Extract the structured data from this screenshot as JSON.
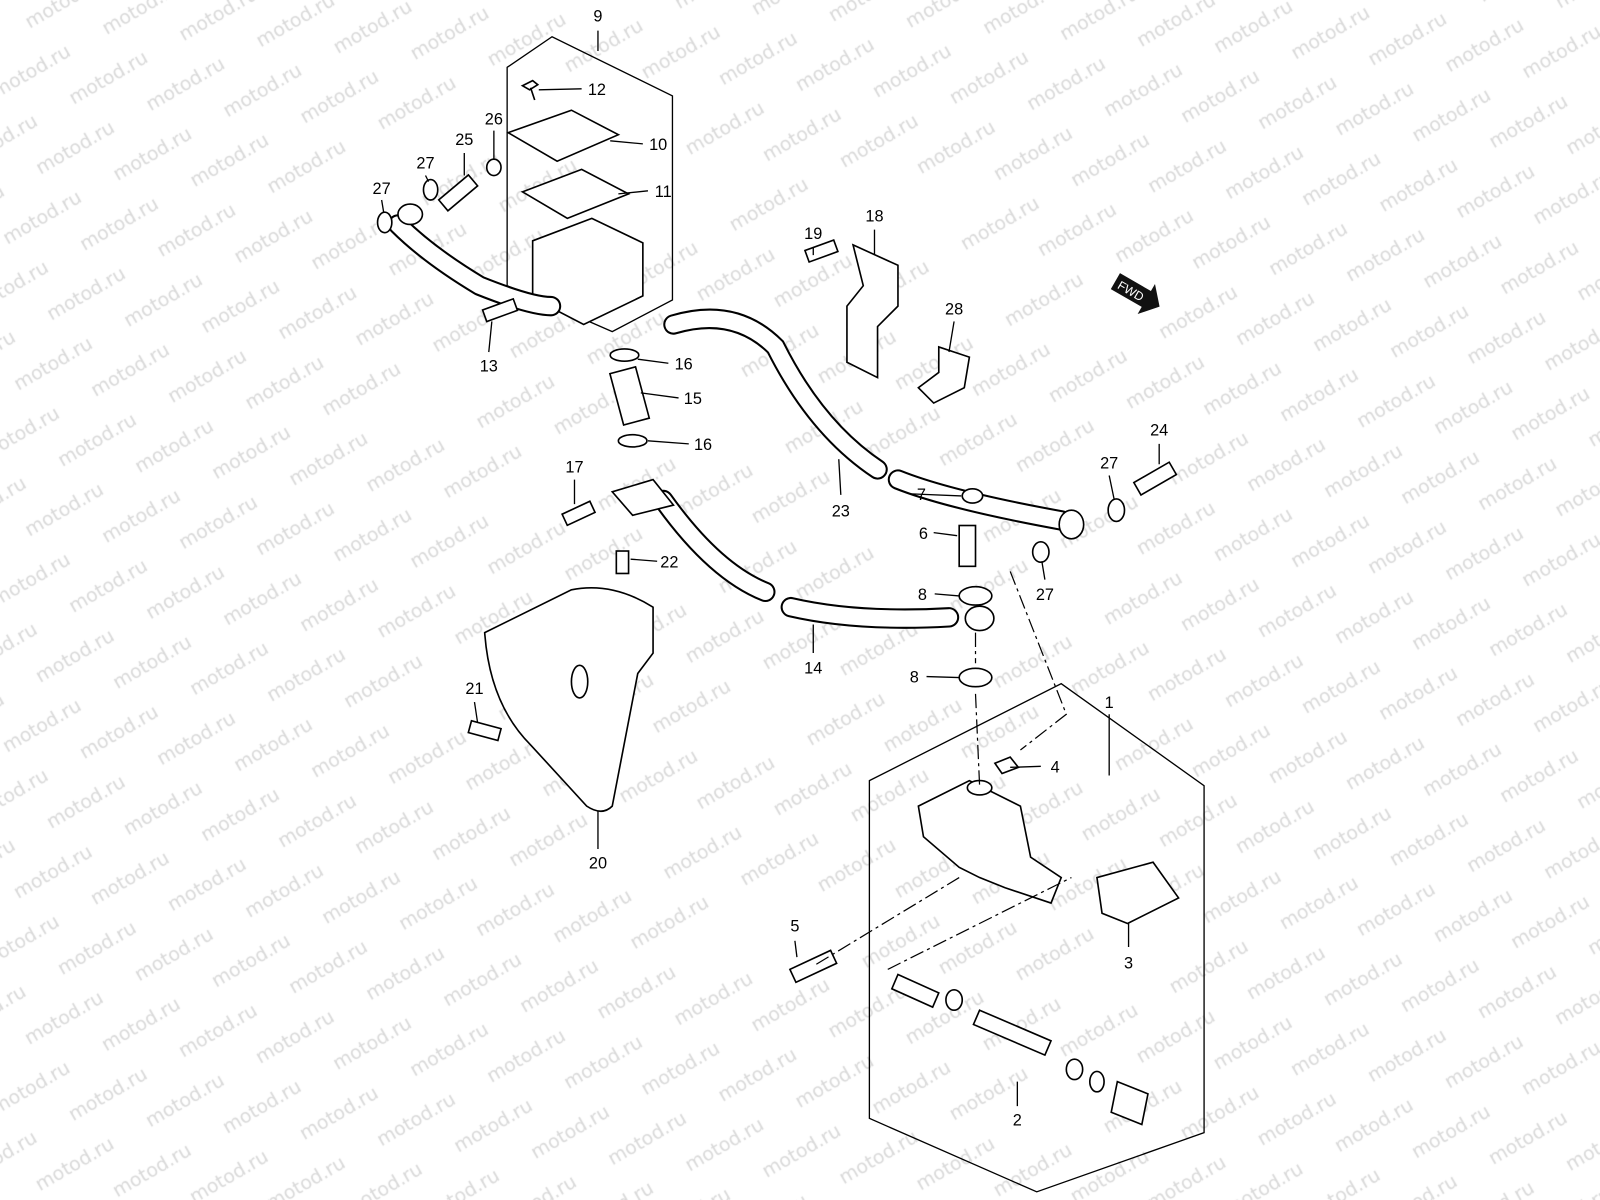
{
  "watermark": "motod.ru",
  "fwd_mark": "FWD",
  "callouts": [
    "9",
    "12",
    "10",
    "11",
    "26",
    "25",
    "27",
    "27",
    "13",
    "16",
    "15",
    "16",
    "17",
    "18",
    "19",
    "28",
    "24",
    "27",
    "7",
    "6",
    "23",
    "27",
    "22",
    "8",
    "8",
    "14",
    "1",
    "4",
    "21",
    "20",
    "3",
    "5",
    "2"
  ]
}
